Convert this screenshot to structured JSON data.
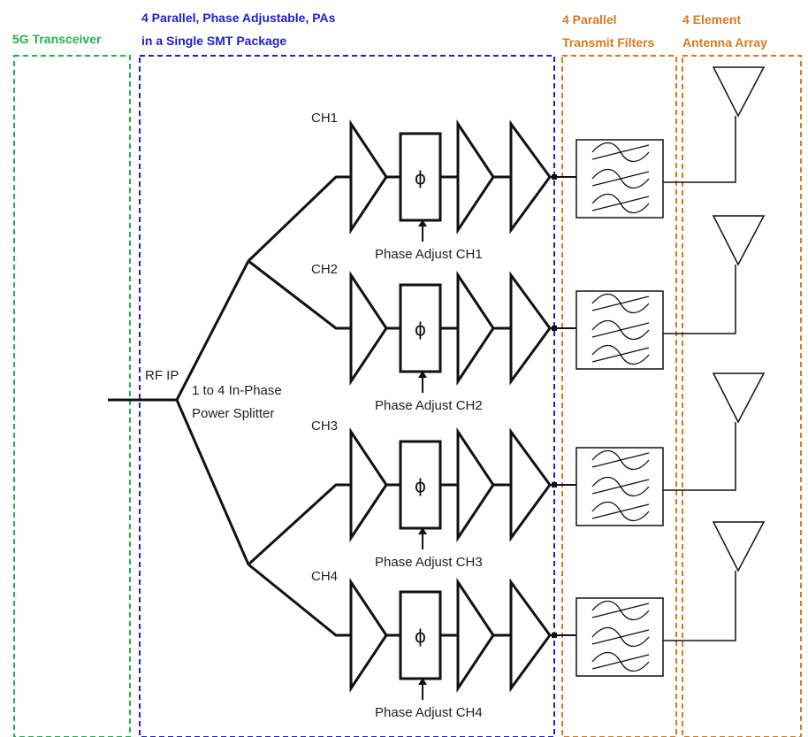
{
  "headers": {
    "transceiver": "5G Transceiver",
    "pa_line1": "4 Parallel, Phase Adjustable, PAs",
    "pa_line2": "in a Single SMT Package",
    "filters_line1": "4 Parallel",
    "filters_line2": "Transmit Filters",
    "antenna_line1": "4 Element",
    "antenna_line2": "Antenna Array"
  },
  "labels": {
    "rf_ip": "RF IP",
    "splitter_line1": "1 to 4 In-Phase",
    "splitter_line2": "Power Splitter",
    "phase_symbol": "ϕ"
  },
  "channels": [
    {
      "name": "CH1",
      "phase_adjust": "Phase Adjust CH1"
    },
    {
      "name": "CH2",
      "phase_adjust": "Phase Adjust CH2"
    },
    {
      "name": "CH3",
      "phase_adjust": "Phase Adjust CH3"
    },
    {
      "name": "CH4",
      "phase_adjust": "Phase Adjust CH4"
    }
  ],
  "colors": {
    "transceiver": "#22b14c",
    "pa_package": "#1f1fd0",
    "filters": "#d77a1f",
    "antenna": "#d77a1f",
    "lines": "#111111"
  }
}
